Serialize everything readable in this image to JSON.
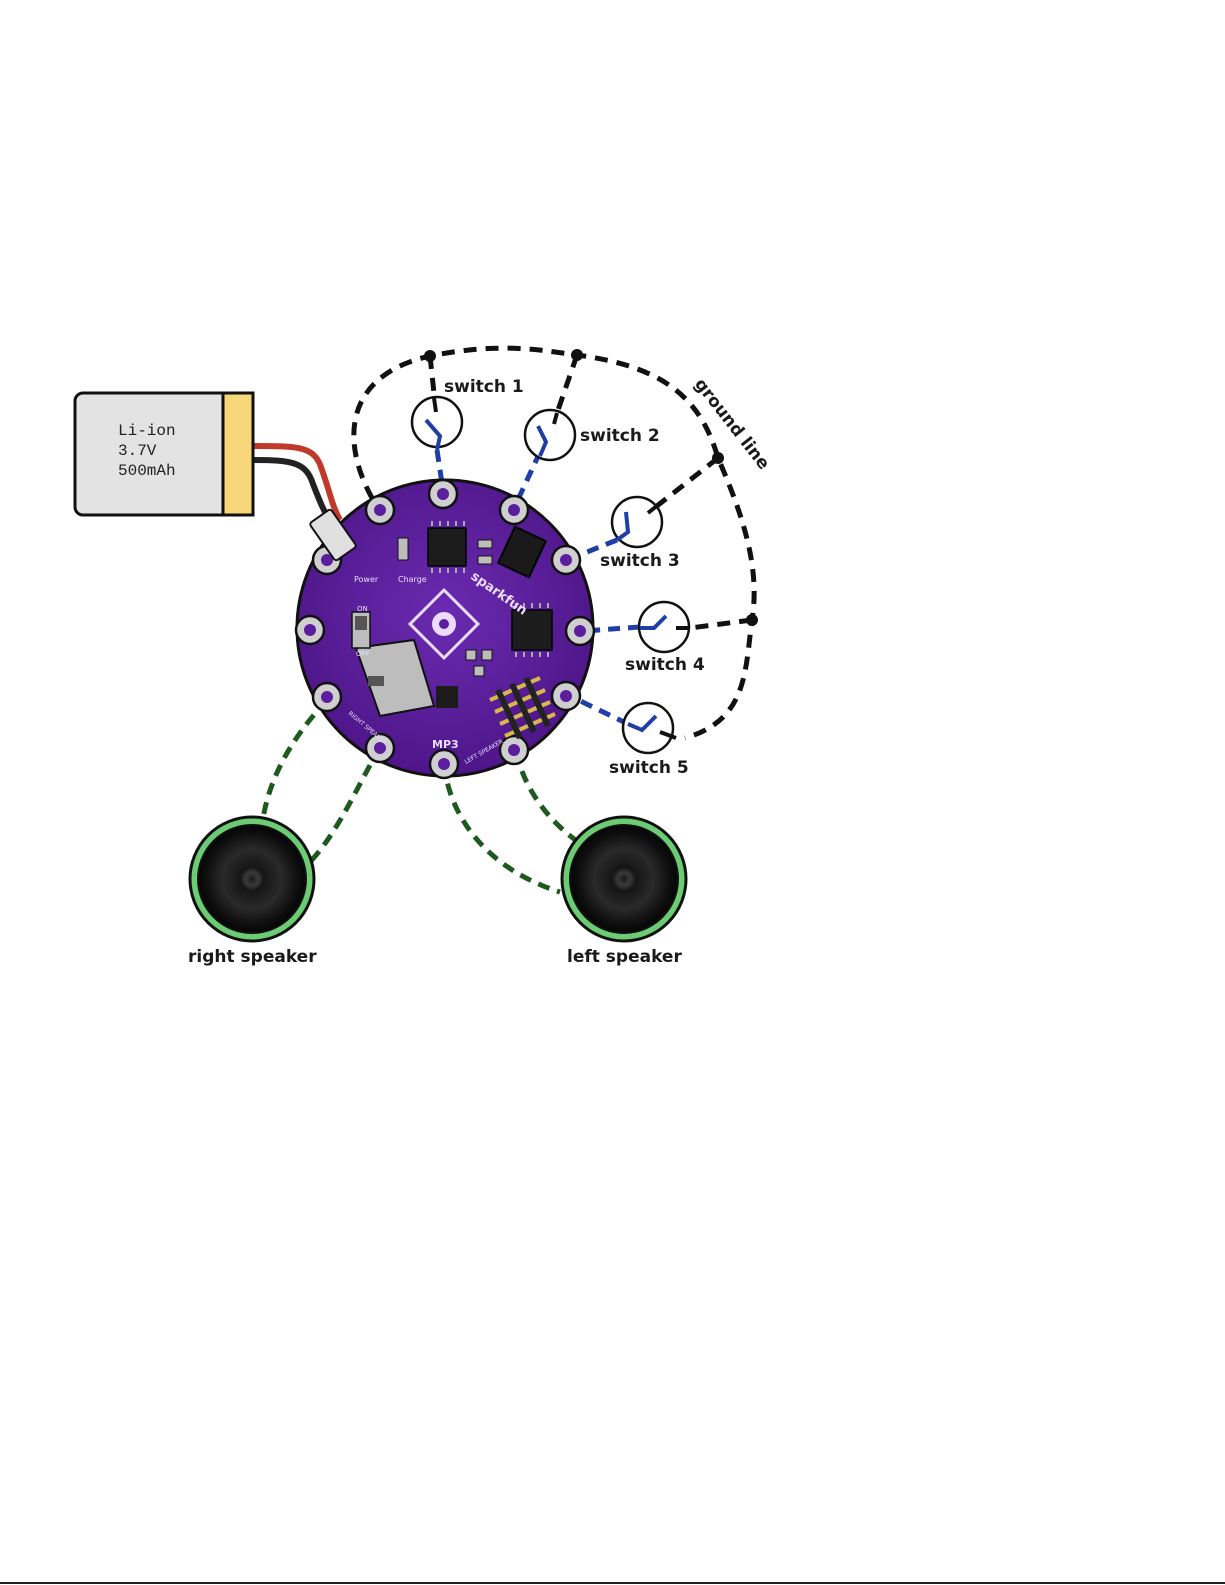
{
  "battery": {
    "line1": "Li-ion",
    "line2": "3.7V",
    "line3": "500mAh"
  },
  "labels": {
    "switch1": "switch 1",
    "switch2": "switch 2",
    "switch3": "switch 3",
    "switch4": "switch 4",
    "switch5": "switch 5",
    "ground_line": "ground line",
    "right_speaker": "right speaker",
    "left_speaker": "left speaker"
  },
  "board": {
    "brand": "sparkfun",
    "power": "Power",
    "charge": "Charge",
    "on": "ON",
    "off": "OFF",
    "mp3": "MP3",
    "right_speaker": "RIGHT SPEAKER",
    "left_speaker": "LEFT SPEAKER"
  },
  "colors": {
    "board": "#5b1f9e",
    "ground_wire": "#111111",
    "signal_wire": "#1f3fa6",
    "speaker_wire": "#1e5a1e",
    "battery_body": "#e3e3e3",
    "battery_cap": "#f7d779",
    "speaker_ring": "#6ccc74"
  }
}
